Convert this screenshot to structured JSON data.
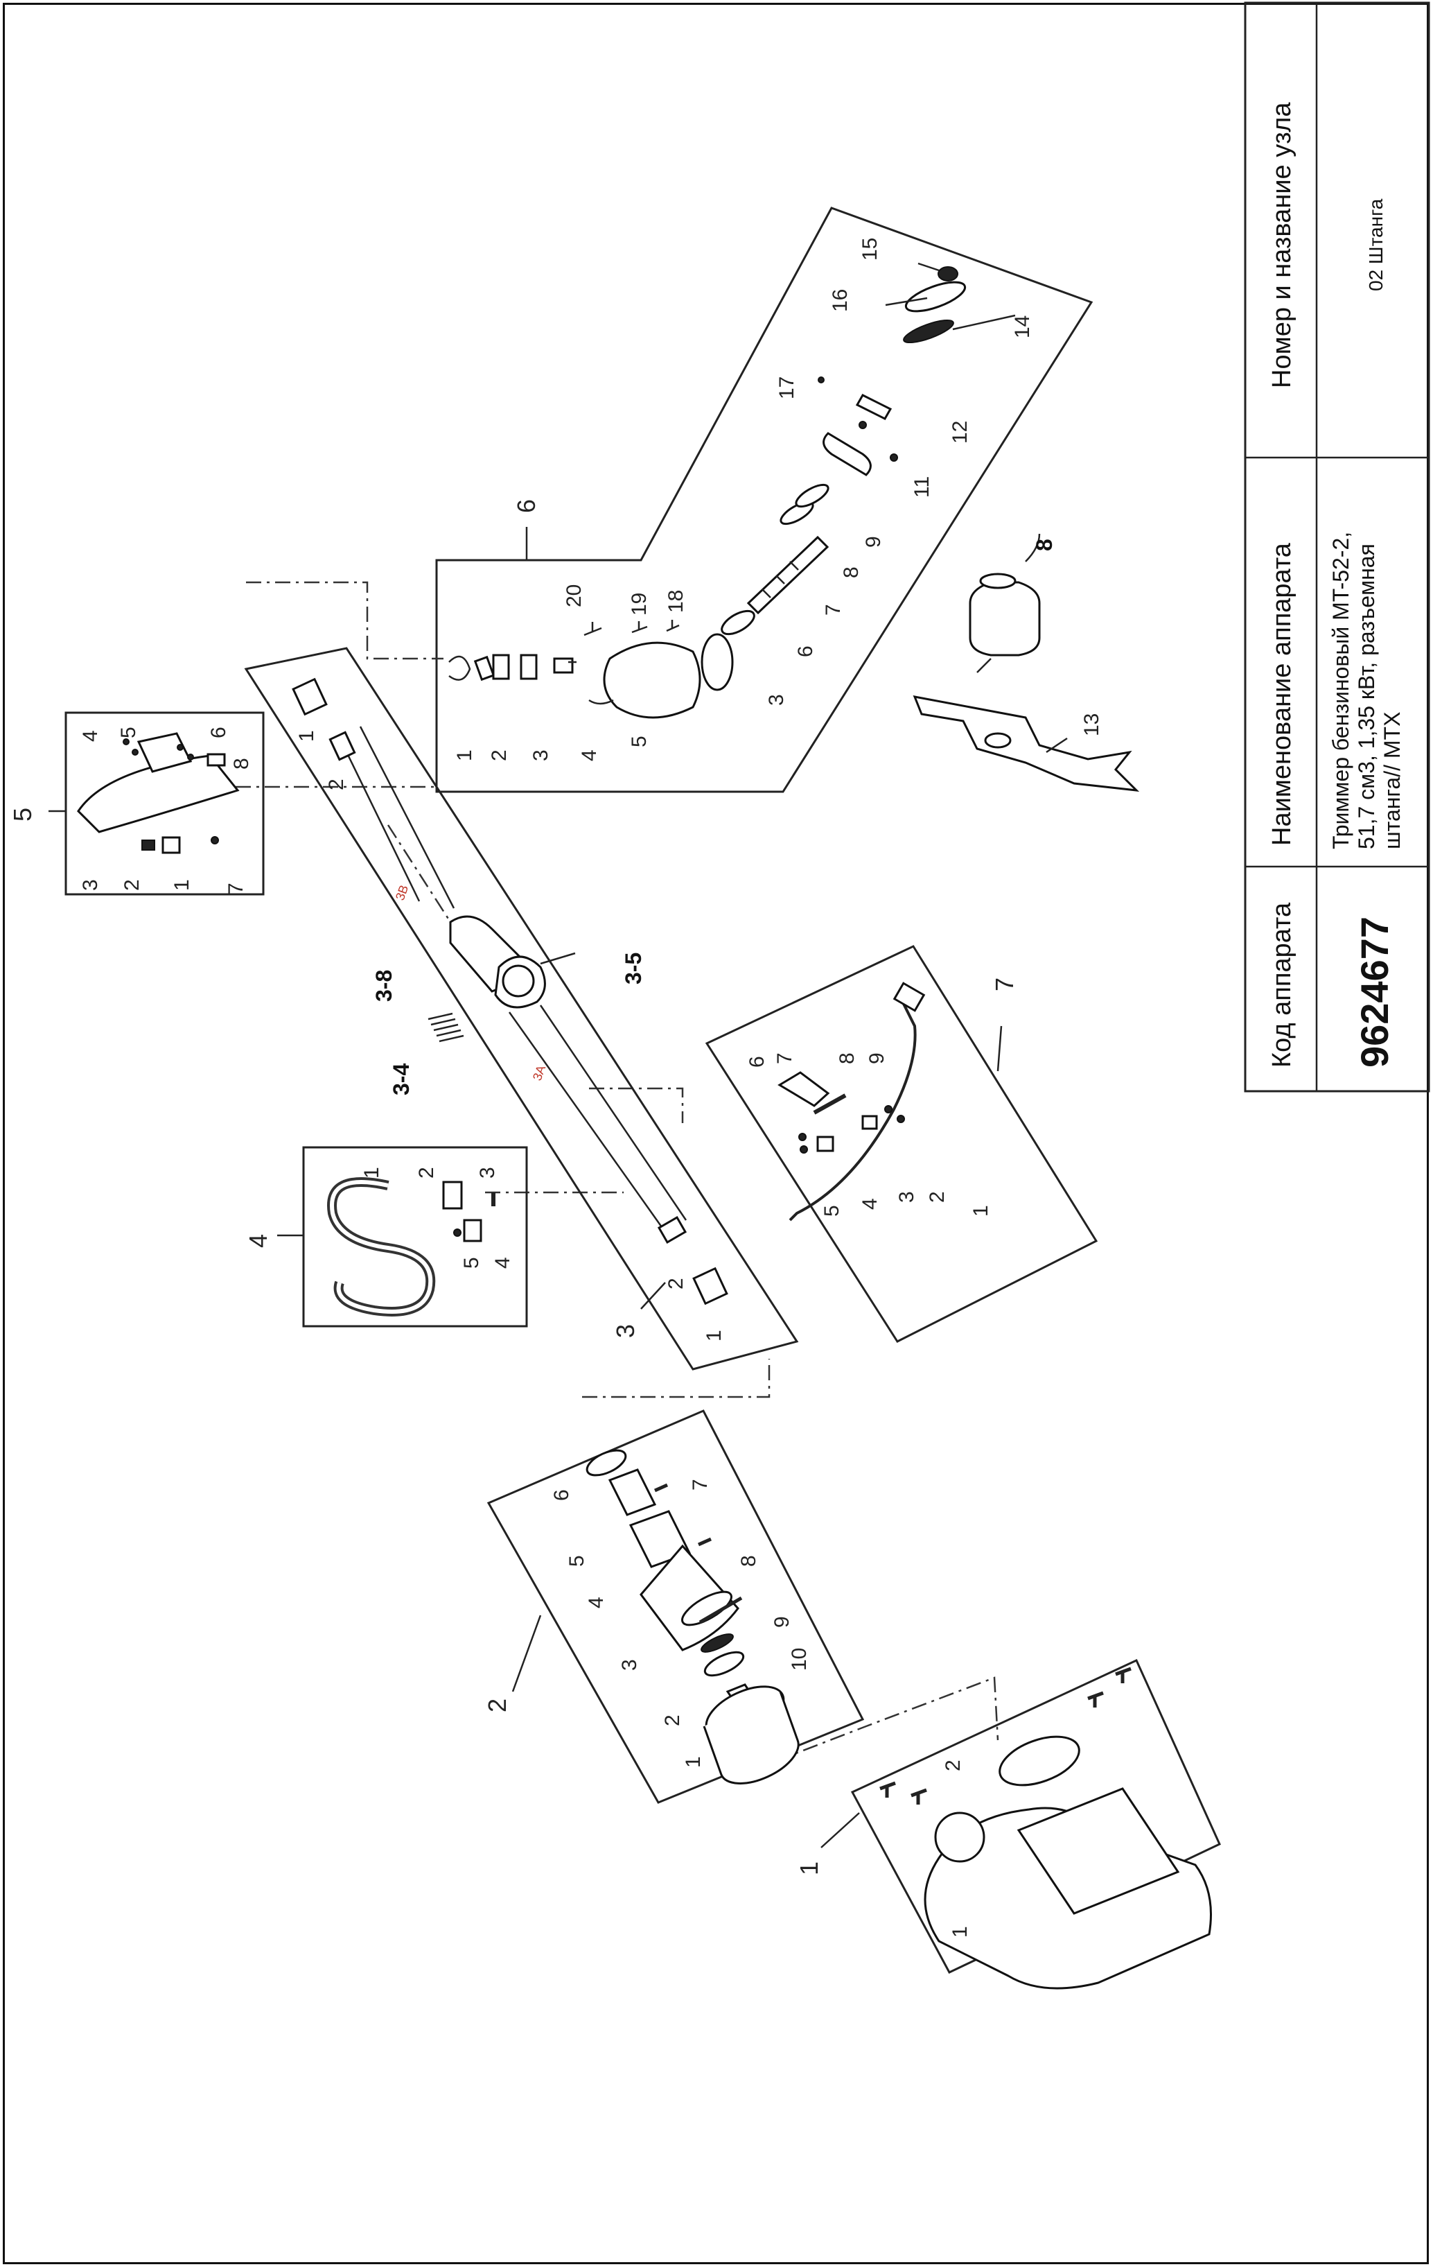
{
  "title_block": {
    "code_header": "Код аппарата",
    "code_value": "9624677",
    "name_header": "Наименование аппарата",
    "name_value": "Триммер бензиновый MT-52-2, 51,7 см3, 1,35 кВт, разъемная штанга// MTX",
    "name_line1": "Триммер бензиновый MT-52-2,",
    "name_line2": "51,7 см3, 1,35 кВт, разъемная",
    "name_line3": "штанга// MTX",
    "unit_header": "Номер и название узла",
    "unit_value": "02 Штанга"
  },
  "groups": {
    "g1": "1",
    "g2": "2",
    "g3": "3",
    "g4": "4",
    "g5": "5",
    "g6": "6",
    "g7": "7",
    "g8": "8",
    "g13": "13"
  },
  "callouts": {
    "c34": "3-4",
    "c35": "3-5",
    "c38": "3-8",
    "r3a": "3A",
    "r3b": "3B"
  },
  "group6_parts": [
    "1",
    "2",
    "3",
    "4",
    "5",
    "3",
    "6",
    "7",
    "8",
    "9",
    "11",
    "12",
    "17",
    "16",
    "15",
    "14",
    "18",
    "19",
    "20"
  ],
  "group5_parts": [
    "4",
    "5",
    "6",
    "8",
    "3",
    "2",
    "1",
    "7"
  ],
  "group4_parts": [
    "1",
    "2",
    "3",
    "5",
    "4"
  ],
  "group7_parts": [
    "6",
    "7",
    "8",
    "9",
    "5",
    "4",
    "3",
    "2",
    "1"
  ],
  "group2_parts": [
    "6",
    "7",
    "5",
    "4",
    "8",
    "3",
    "9",
    "2",
    "10",
    "1"
  ],
  "group3_parts": [
    "1",
    "2",
    "2",
    "1"
  ],
  "group1_parts": [
    "2",
    "1"
  ]
}
